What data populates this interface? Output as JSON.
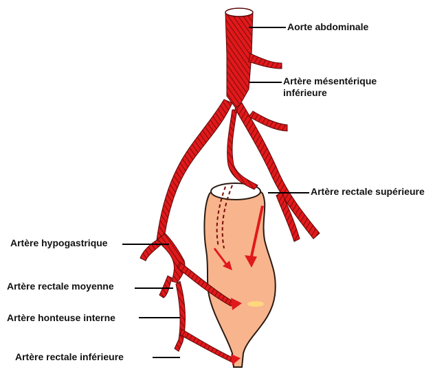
{
  "labels": {
    "aorte": "Aorte abdominale",
    "mesenterique_line1": "Artère mésentérique",
    "mesenterique_line2": "inférieure",
    "rectale_superieure": "Artère rectale supérieure",
    "hypogastrique": "Artère hypogastrique",
    "rectale_moyenne": "Artère rectale moyenne",
    "honteuse_interne": "Artère honteuse interne",
    "rectale_inferieure": "Artère rectale inférieure"
  },
  "colors": {
    "artery": "#e0191b",
    "artery_stripe": "#7a0a0a",
    "rectum": "#f7b48d",
    "rectum_outline": "#2a1a12",
    "leader": "#000000"
  }
}
